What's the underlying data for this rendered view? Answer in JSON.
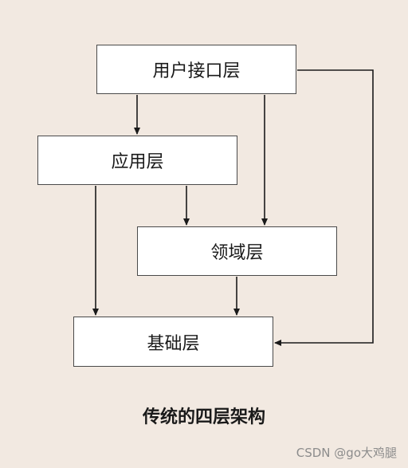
{
  "diagram": {
    "layers": {
      "ui": "用户接口层",
      "application": "应用层",
      "domain": "领域层",
      "infrastructure": "基础层"
    },
    "caption": "传统的四层架构",
    "watermark": "CSDN @go大鸡腿"
  }
}
